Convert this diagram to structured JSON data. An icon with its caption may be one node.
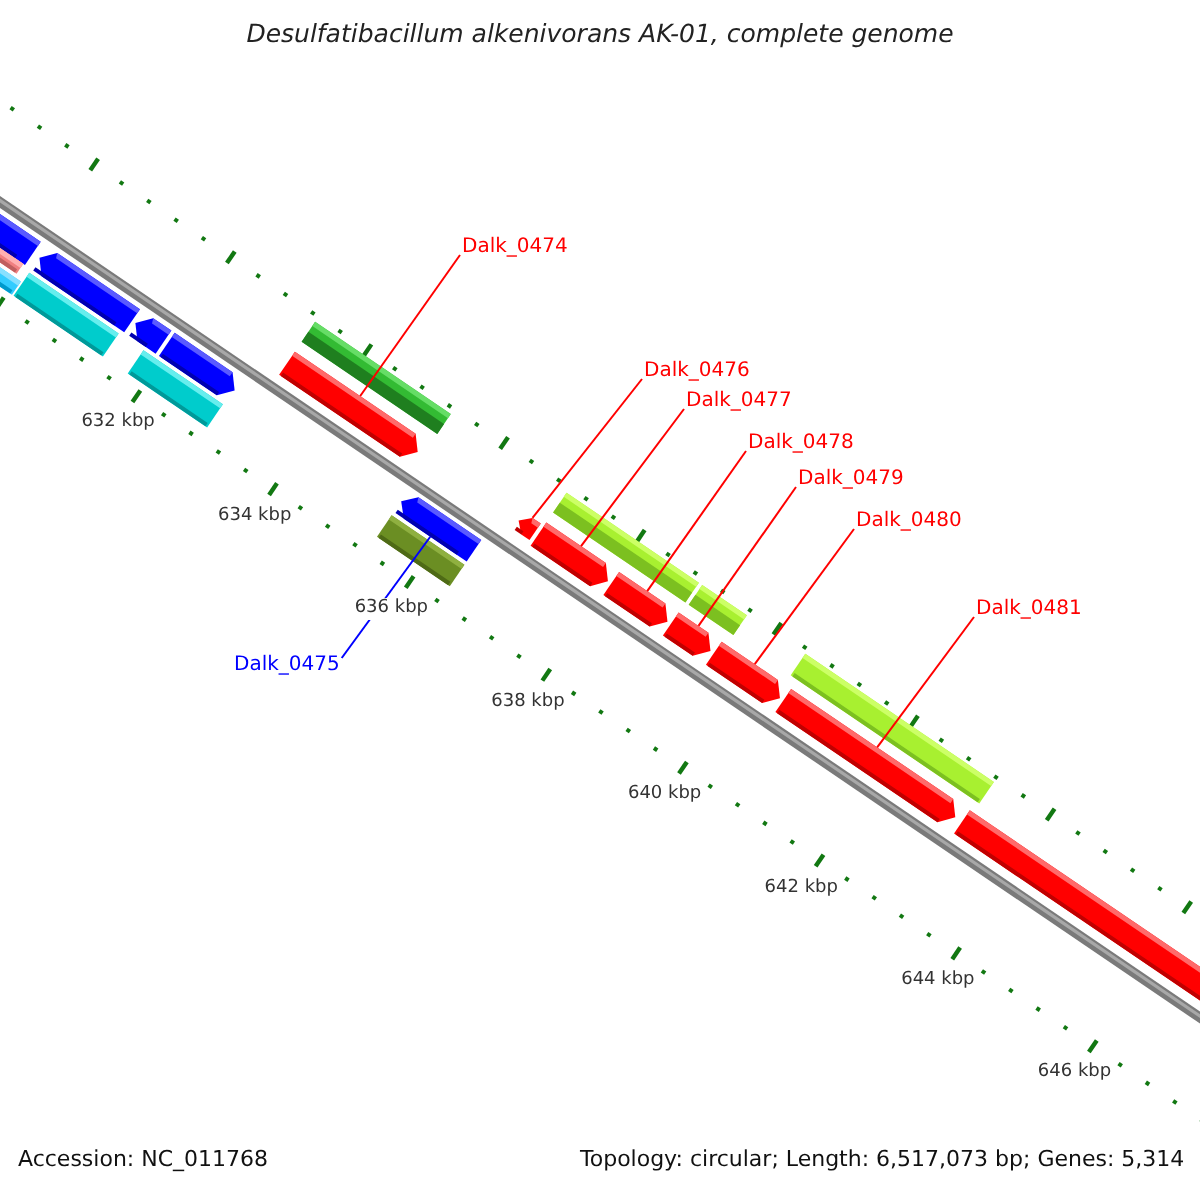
{
  "diagram": {
    "title": "Desulfatibacillum alkenivorans AK-01, complete genome",
    "nodes": [
      {
        "text": [
          "Dalk_0474"
        ]
      },
      {
        "text": [],
        "shape": "bar"
      },
      {
        "text": [
          "Dalk_0475"
        ]
      },
      {
        "text": [],
        "shape": "bar"
      },
      {
        "text": [
          "Dalk_0476"
        ]
      },
      {
        "text": [],
        "shape": "bar"
      },
      {
        "text": [
          "Dalk_0477"
        ]
      },
      {
        "text": [],
        "shape": "bar"
      },
      {
        "text": [
          "Dalk_0478"
        ]
      },
      {
        "text": [],
        "shape": "bar"
      },
      {
        "text": [
          "Dalk_0479"
        ]
      },
      {
        "text": [],
        "shape": "bar"
      },
      {
        "text": [
          "Dalk_0480"
        ]
      },
      {
        "text": [],
        "shape": "bar"
      },
      {
        "text": [
          "Dalk_0481"
        ]
      },
      {
        "text": [],
        "shape": "bar"
      },
      {
        "text": [],
        "shape": "bar"
      },
      {
        "text": [],
        "shape": "bar"
      },
      {
        "text": [],
        "shape": "bar"
      },
      {
        "text": [],
        "shape": "bar"
      },
      {
        "text": [],
        "shape": "bar"
      },
      {
        "text": [],
        "shape": "bar"
      },
      {
        "text": [],
        "shape": "bar"
      },
      {
        "text": [],
        "shape": "bar"
      },
      {
        "text": [],
        "shape": "bar"
      },
      {
        "text": [],
        "shape": "bar"
      },
      {
        "text": [],
        "shape": "bar"
      },
      {
        "text": [],
        "shape": "bar"
      },
      {
        "text": [],
        "shape": "bar"
      },
      {
        "text": [],
        "shape": "bar"
      }
    ],
    "edges": [
      {
        "from": 0,
        "to": 1,
        "arrow": "none"
      },
      {
        "from": 2,
        "to": 3,
        "arrow": "none",
        "color": "#0000ff"
      },
      {
        "from": 4,
        "to": 5,
        "arrow": "none"
      },
      {
        "from": 6,
        "to": 7,
        "arrow": "none"
      },
      {
        "from": 8,
        "to": 9,
        "arrow": "none"
      },
      {
        "from": 10,
        "to": 11,
        "arrow": "none"
      },
      {
        "from": 12,
        "to": 13,
        "arrow": "none"
      },
      {
        "from": 14,
        "to": 15,
        "arrow": "none"
      }
    ],
    "labels": [
      "632 kbp",
      "634 kbp",
      "636 kbp",
      "638 kbp",
      "640 kbp",
      "642 kbp",
      "644 kbp",
      "646 kbp",
      "Accession: NC_011768",
      "Topology: circular; Length: 6,517,073 bp; Genes: 5,314"
    ]
  }
}
